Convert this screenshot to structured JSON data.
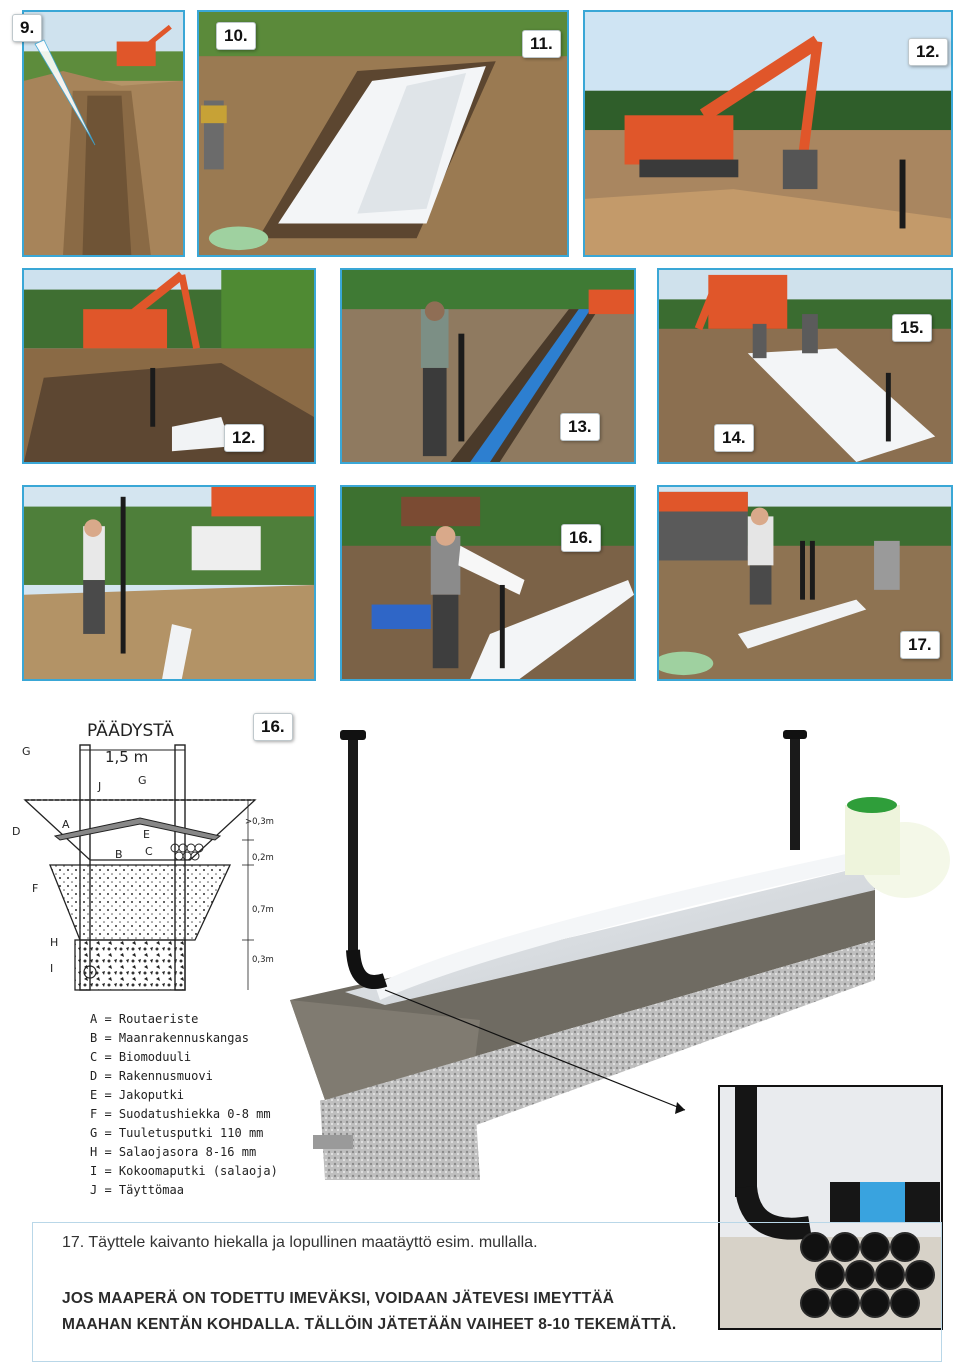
{
  "photos": [
    {
      "id": "p1",
      "callouts": [
        "9."
      ]
    },
    {
      "id": "p2",
      "callouts": [
        "10.",
        "11."
      ]
    },
    {
      "id": "p3",
      "callouts": [
        "12."
      ]
    },
    {
      "id": "p4",
      "callouts": [
        "12."
      ]
    },
    {
      "id": "p5",
      "callouts": [
        "13."
      ]
    },
    {
      "id": "p6",
      "callouts": [
        "14.",
        "15."
      ]
    },
    {
      "id": "p7",
      "callouts": []
    },
    {
      "id": "p8",
      "callouts": [
        "16."
      ]
    },
    {
      "id": "p9",
      "callouts": [
        "17."
      ]
    }
  ],
  "diagram": {
    "title": "PÄÄDYSTÄ",
    "width_label": "1,5 m",
    "callout": "16.",
    "letters": [
      "G",
      "J",
      "G",
      "A",
      "E",
      "B",
      "C",
      "D",
      "F",
      "H",
      "I"
    ],
    "dims": [
      ">0,3m",
      "0,2m",
      "0,7m",
      "0,3m"
    ]
  },
  "legend": [
    "A = Routaeriste",
    "B = Maanrakennuskangas",
    "C = Biomoduuli",
    "D = Rakennusmuovi",
    "E = Jakoputki",
    "F = Suodatushiekka 0-8 mm",
    "G = Tuuletusputki 110 mm",
    "H = Salaojasora 8-16 mm",
    "I = Kokoomaputki (salaoja)",
    "J = Täyttömaa"
  ],
  "text": {
    "step17": "17. Täyttele kaivanto hiekalla ja lopullinen maatäyttö esim. mullalla.",
    "warning_line1": "JOS MAAPERÄ ON TODETTU IMEVÄKSI, VOIDAAN JÄTEVESI IMEYTTÄÄ",
    "warning_line2": "MAAHAN KENTÄN KOHDALLA. TÄLLÖIN JÄTETÄÄN VAIHEET 8-10 TEKEMÄTTÄ."
  },
  "colors": {
    "frame": "#3aa7d6",
    "excavator": "#e0562a",
    "sand": "#b8956a",
    "grass": "#5e8c3a",
    "sky": "#d8e8f2"
  }
}
